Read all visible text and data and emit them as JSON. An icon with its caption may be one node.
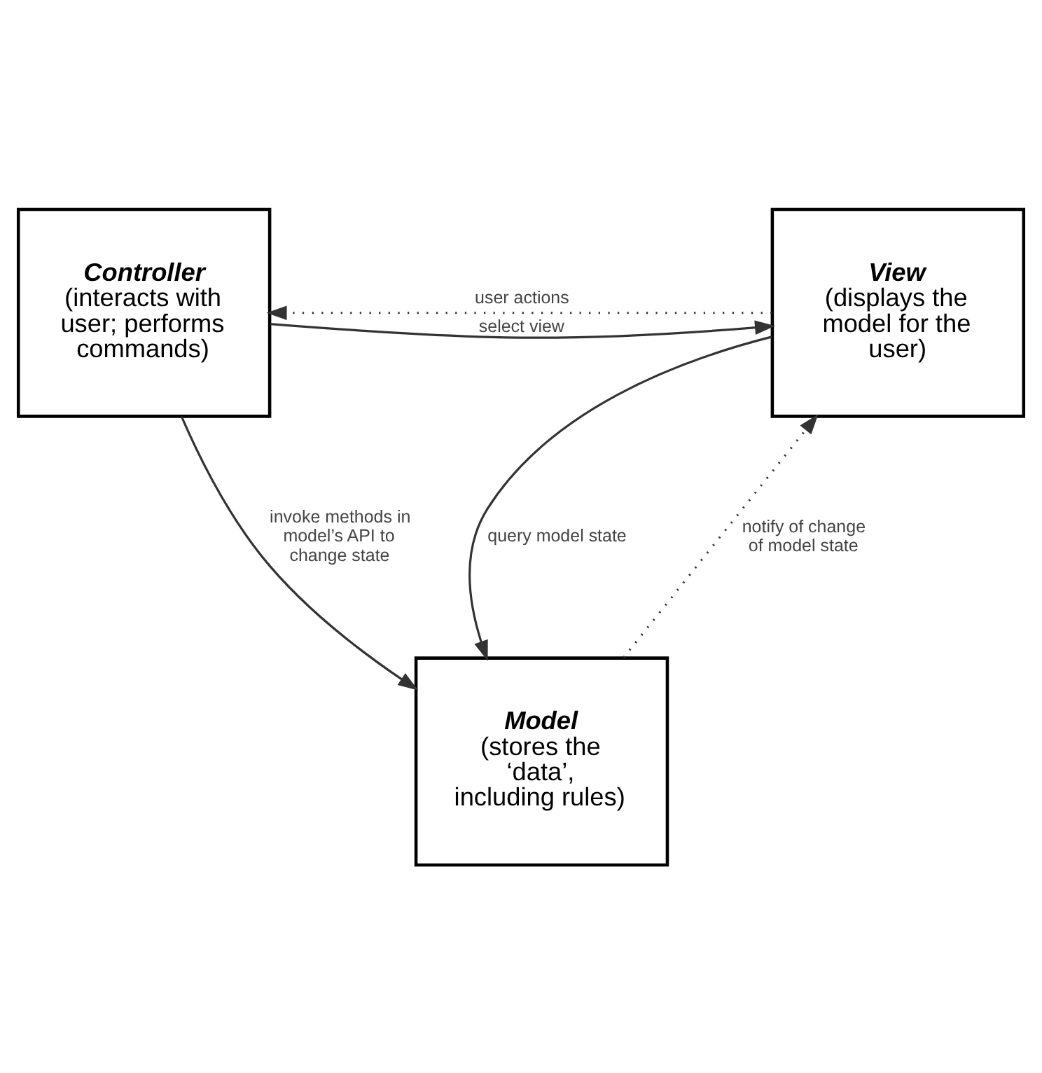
{
  "diagram": {
    "nodes": [
      {
        "text": [
          "Controller",
          "(interacts with user; performs commands)"
        ]
      },
      {
        "text": [
          "View",
          "(displays the model for the user)"
        ]
      },
      {
        "text": [
          "Model",
          "(stores the ‘data’, including rules)"
        ]
      }
    ],
    "edges": [
      {
        "from": 0,
        "to": 1,
        "arrow": "to",
        "label": "select view"
      },
      {
        "from": 1,
        "to": 0,
        "arrow": "to",
        "label": "user actions",
        "style": "dashed"
      },
      {
        "from": 0,
        "to": 2,
        "arrow": "to",
        "label": "invoke methods in model’s API to change state"
      },
      {
        "from": 1,
        "to": 2,
        "arrow": "to",
        "label": "query model state"
      },
      {
        "from": 2,
        "to": 1,
        "arrow": "to",
        "label": "notify of change of model state",
        "style": "dashed"
      }
    ]
  }
}
